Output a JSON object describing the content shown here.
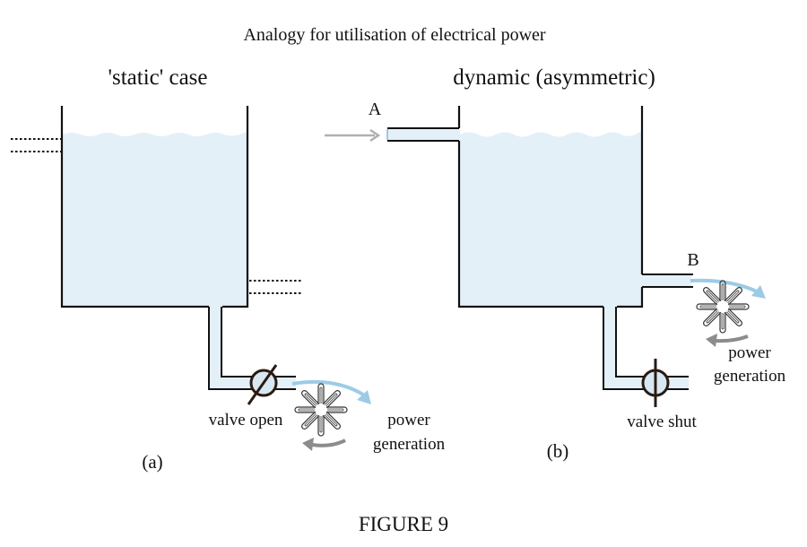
{
  "title": "Analogy for utilisation of electrical power",
  "panels": {
    "a": {
      "heading": "'static' case",
      "label": "(a)",
      "valve_label": "valve open",
      "valve_state": "open",
      "generation_label_line1": "power",
      "generation_label_line2": "generation"
    },
    "b": {
      "heading": "dynamic (asymmetric)",
      "label": "(b)",
      "inlet_label": "A",
      "outlet_label": "B",
      "valve_label": "valve shut",
      "valve_state": "shut",
      "generation_label_line1": "power",
      "generation_label_line2": "generation"
    }
  },
  "caption": "FIGURE 9",
  "colors": {
    "water": "#e3f0f8",
    "flow_arrow": "#9ccbe6",
    "rotation_arrow": "#8c8c8c",
    "inflow_arrow": "#b0b0b0",
    "line": "#111111",
    "valve_open": "#2a1a12"
  }
}
